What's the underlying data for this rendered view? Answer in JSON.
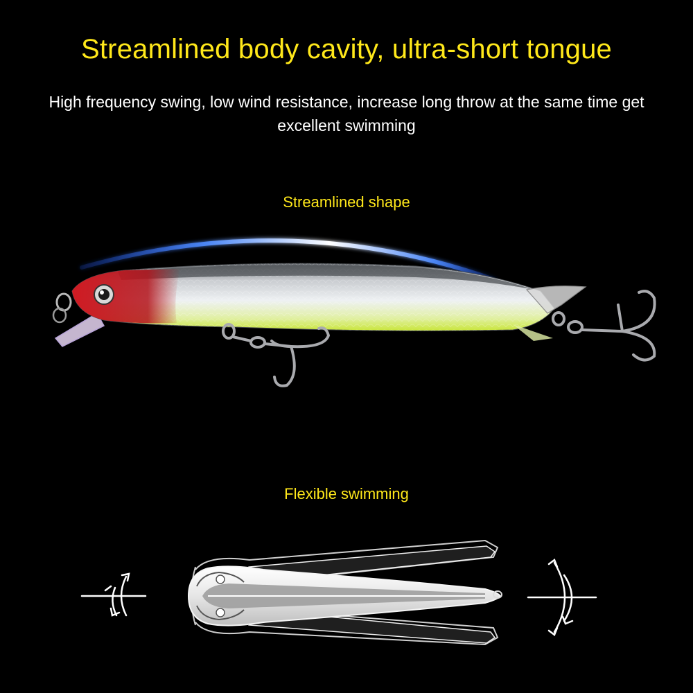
{
  "headline": "Streamlined body cavity, ultra-short tongue",
  "subline": "High frequency swing, low wind resistance, increase long throw at the same time get excellent swimming",
  "labels": {
    "streamlined_shape": "Streamlined shape",
    "flexible_swimming": "Flexible swimming"
  },
  "colors": {
    "background": "#000000",
    "headline": "#ffe81a",
    "body_text": "#ffffff",
    "arc_glow": "#3a7bff",
    "lure_head": "#c8101a",
    "lure_belly": "#d8f24a"
  },
  "icons": {
    "top_view_lure": "lure-top-outline-icon",
    "left_swing": "rotate-arrows-icon",
    "right_swing": "rotate-arrows-icon"
  }
}
